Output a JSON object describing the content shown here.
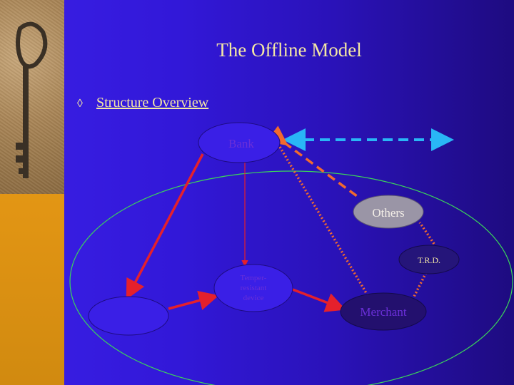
{
  "slide": {
    "title": "The Offline Model",
    "bullet": {
      "symbol": "◊",
      "text": "Structure Overview"
    }
  },
  "diagram": {
    "nodes": {
      "bank": "Bank",
      "others": "Others",
      "trd": "T.R.D.",
      "tamper_line1": "Temper-",
      "tamper_line2": "resistant",
      "tamper_line3": "device",
      "merchant": "Merchant",
      "blank": ""
    }
  },
  "colors": {
    "background_left": "#3a1fe6",
    "background_right": "#1e0b80",
    "title_text": "#f4e7a5",
    "red_arrow": "#e5202c",
    "orange_dashed": "#f26a2e",
    "cyan_dashed": "#29b6f6",
    "green_outline": "#3bd45a"
  }
}
